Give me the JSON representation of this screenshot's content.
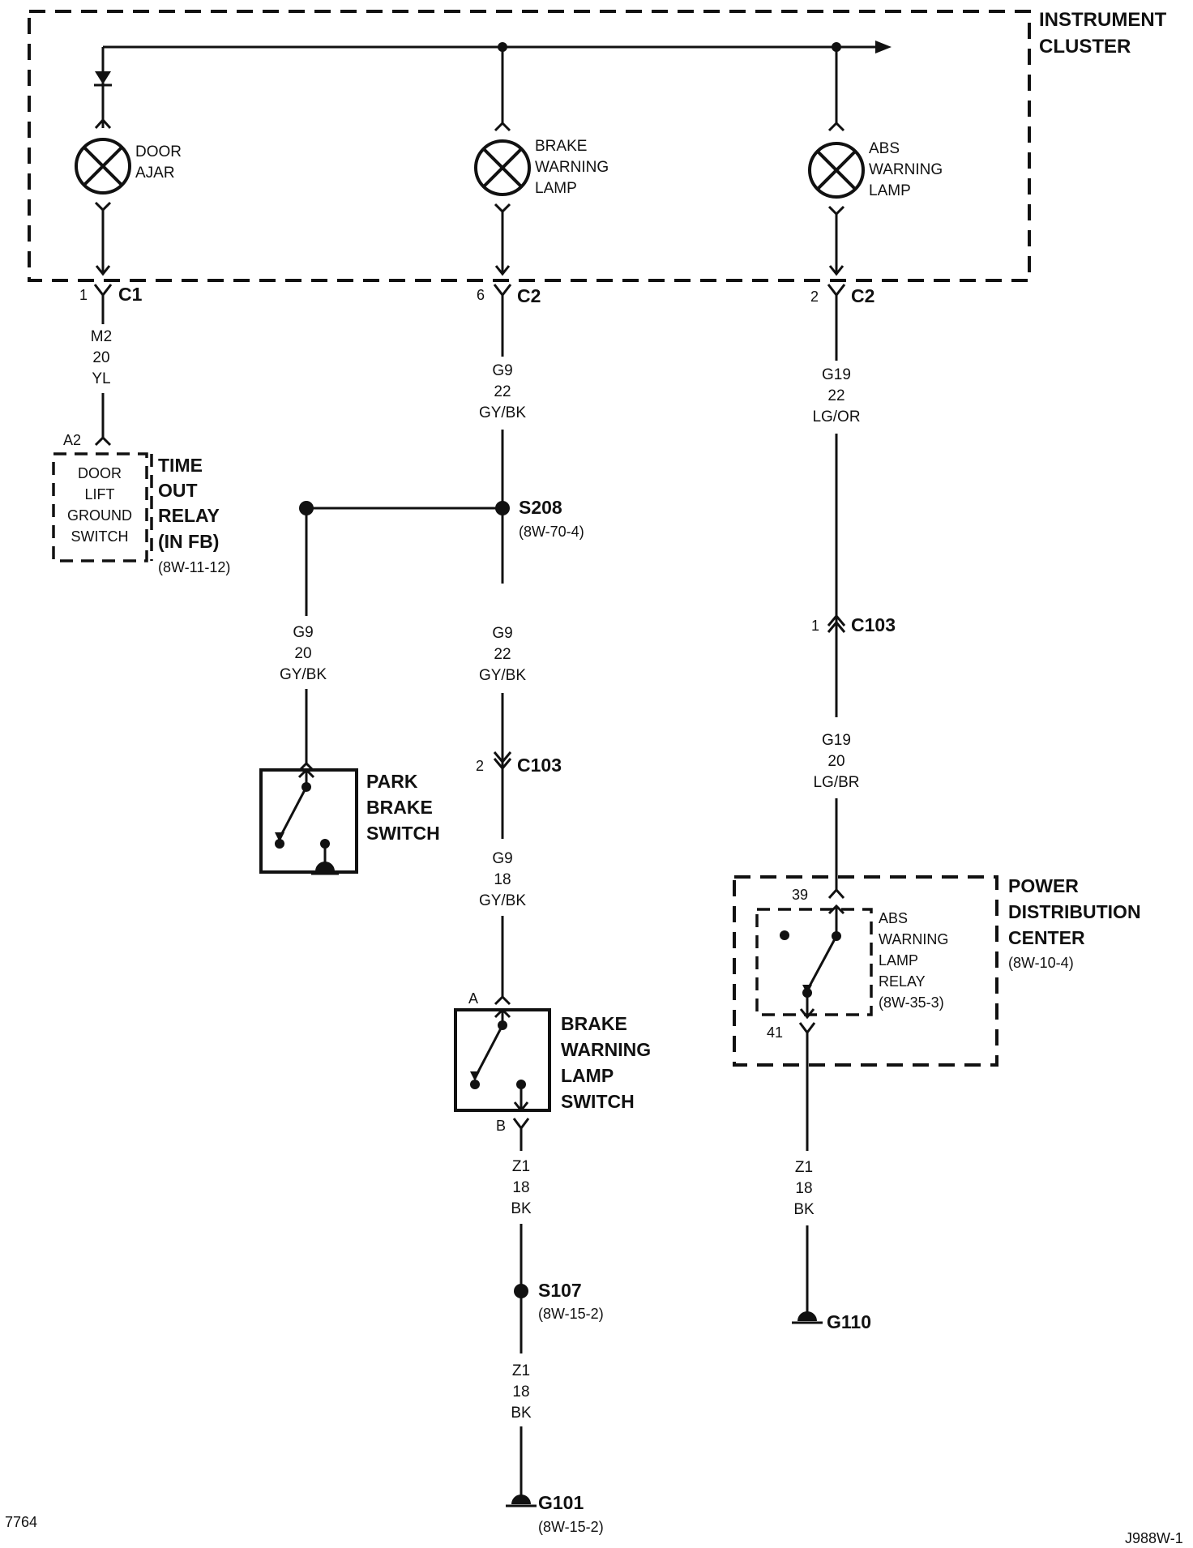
{
  "modules": {
    "instrument_cluster": [
      "INSTRUMENT",
      "CLUSTER"
    ],
    "time_out_relay": [
      "TIME",
      "OUT",
      "RELAY",
      "(IN FB)"
    ],
    "time_out_relay_ref": "(8W-11-12)",
    "door_lift_ground_switch": [
      "DOOR",
      "LIFT",
      "GROUND",
      "SWITCH"
    ],
    "park_brake_switch": [
      "PARK",
      "BRAKE",
      "SWITCH"
    ],
    "brake_warning_lamp_switch": [
      "BRAKE",
      "WARNING",
      "LAMP",
      "SWITCH"
    ],
    "power_distribution_center": [
      "POWER",
      "DISTRIBUTION",
      "CENTER"
    ],
    "power_distribution_center_ref": "(8W-10-4)",
    "abs_warning_lamp_relay": [
      "ABS",
      "WARNING",
      "LAMP",
      "RELAY",
      "(8W-35-3)"
    ]
  },
  "lamps": {
    "door_ajar": [
      "DOOR",
      "AJAR"
    ],
    "brake_warning_lamp": [
      "BRAKE",
      "WARNING",
      "LAMP"
    ],
    "abs_warning_lamp": [
      "ABS",
      "WARNING",
      "LAMP"
    ]
  },
  "connectors": {
    "c1": {
      "pin": "1",
      "name": "C1"
    },
    "c2_brake": {
      "pin": "6",
      "name": "C2"
    },
    "c2_abs": {
      "pin": "2",
      "name": "C2"
    },
    "a2": {
      "pin": "A2"
    },
    "c103_abs": {
      "pin": "1",
      "name": "C103"
    },
    "c103_brake": {
      "pin": "2",
      "name": "C103"
    },
    "brake_switch_a": {
      "pin": "A"
    },
    "brake_switch_b": {
      "pin": "B"
    },
    "pdc_in": {
      "pin": "39"
    },
    "pdc_out": {
      "pin": "41"
    }
  },
  "wires": {
    "m2": [
      "M2",
      "20",
      "YL"
    ],
    "g9_upper": [
      "G9",
      "22",
      "GY/BK"
    ],
    "g9_park": [
      "G9",
      "20",
      "GY/BK"
    ],
    "g9_mid": [
      "G9",
      "22",
      "GY/BK"
    ],
    "g9_lower": [
      "G9",
      "18",
      "GY/BK"
    ],
    "g19_upper": [
      "G19",
      "22",
      "LG/OR"
    ],
    "g19_lower": [
      "G19",
      "20",
      "LG/BR"
    ],
    "z1_switch": [
      "Z1",
      "18",
      "BK"
    ],
    "z1_lower": [
      "Z1",
      "18",
      "BK"
    ],
    "z1_pdc": [
      "Z1",
      "18",
      "BK"
    ]
  },
  "splices": {
    "s208": {
      "name": "S208",
      "ref": "(8W-70-4)"
    },
    "s107": {
      "name": "S107",
      "ref": "(8W-15-2)"
    }
  },
  "grounds": {
    "g110": {
      "name": "G110"
    },
    "g101": {
      "name": "G101",
      "ref": "(8W-15-2)"
    }
  },
  "footer": {
    "left": "7764",
    "right": "J988W-1"
  }
}
